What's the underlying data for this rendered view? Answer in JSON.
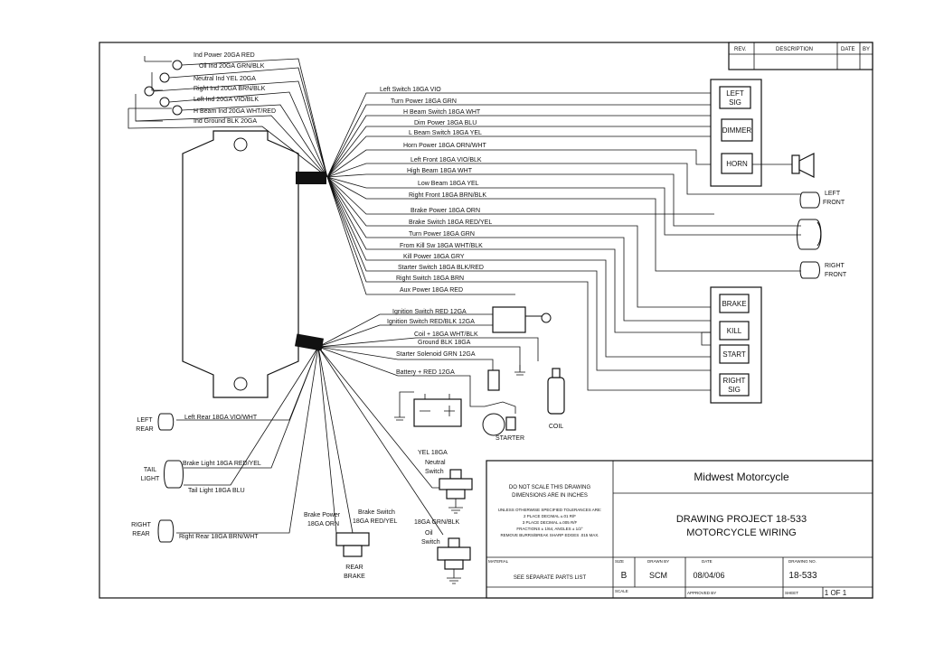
{
  "revision_block": {
    "rev": "REV.",
    "description": "DESCRIPTION",
    "date": "DATE",
    "by": "BY"
  },
  "top_indicators": [
    "Ind Power  20GA RED",
    "Oil Ind   20GA GRN/BLK",
    "Neutral Ind   YEL 20GA",
    "Right Ind   20GA BRN/BLK",
    "Left Ind   20GA VIO/BLK",
    "H Beam Ind   20GA WHT/RED",
    "Ind Ground   BLK 20GA"
  ],
  "right_wires": [
    "Left Switch   18GA VIO",
    "Turn Power   18GA GRN",
    "H Beam Switch   18GA WHT",
    "Dim Power   18GA BLU",
    "L Beam Switch   18GA YEL",
    "Horn Power   18GA ORN/WHT",
    "Left Front   18GA VIO/BLK",
    "High Beam   18GA WHT",
    "Low Beam   18GA YEL",
    "Right Front   18GA BRN/BLK",
    "Brake Power   18GA ORN",
    "Brake Switch   18GA RED/YEL",
    "Turn Power   18GA GRN",
    "From Kill Sw   18GA WHT/BLK",
    "Kill Power   18GA GRY",
    "Starter Switch   18GA BLK/RED",
    "Right Switch   18GA BRN",
    "Aux Power   18GA RED"
  ],
  "lower_wires": [
    "Ignition Switch   RED 12GA",
    "Ignition Switch   RED/BLK 12GA",
    "Coil +   18GA WHT/BLK",
    "Ground   BLK 18GA",
    "Starter Solenoid   GRN 12GA",
    "Battery +   RED 12GA"
  ],
  "switch_boxes_top": [
    "LEFT",
    "SIG",
    "DIMMER",
    "HORN"
  ],
  "switch_boxes_bottom": [
    "BRAKE",
    "KILL",
    "START",
    "RIGHT",
    "SIG"
  ],
  "lamps": {
    "left_front": [
      "LEFT",
      "FRONT"
    ],
    "right_front": [
      "RIGHT",
      "FRONT"
    ],
    "left_rear": [
      "LEFT",
      "REAR"
    ],
    "tail": [
      "TAIL",
      "LIGHT"
    ],
    "right_rear": [
      "RIGHT",
      "REAR"
    ]
  },
  "rear_wires": {
    "left_rear": "Left Rear   18GA VIO/WHT",
    "brake_light": "Brake Light   18GA RED/YEL",
    "tail_light": "Tail Light   18GA BLU",
    "right_rear": "Right Rear   18GA BRN/WHT"
  },
  "bottom_components": {
    "yel": "YEL 18GA",
    "neutral_switch": [
      "Neutral",
      "Switch"
    ],
    "oil_wire": "18GA GRN/BLK",
    "oil_switch": [
      "Oil",
      "Switch"
    ],
    "brake_power": [
      "Brake Power",
      "18GA ORN"
    ],
    "brake_switch": [
      "Brake Switch",
      "18GA RED/YEL"
    ],
    "rear_brake": [
      "REAR",
      "BRAKE"
    ],
    "starter": "STARTER",
    "coil": "COIL"
  },
  "title_block": {
    "company": "Midwest Motorcycle",
    "do_not_scale": [
      "DO NOT SCALE THIS DRAWING",
      "DIMENSIONS ARE IN INCHES"
    ],
    "tolerances": [
      "UNLESS OTHERWISE SPECIFIED TOLERANCES ARE:",
      "2 PLACE DECIMAL ±.01 R/F",
      "3 PLACE DECIMAL ±.005 R/F",
      "FRACTIONS ± 1/64, ANGLES ± 1/2°",
      "REMOVE BURRS/BREAK SHARP EDGES .015 MAX."
    ],
    "drawing_title": [
      "DRAWING PROJECT 18-533",
      "MOTORCYCLE WIRING"
    ],
    "material_label": "MATERIAL",
    "parts_list": "SEE SEPARATE PARTS LIST",
    "size_label": "SIZE",
    "size": "B",
    "drawn_label": "DRAWN BY",
    "drawn": "SCM",
    "date_label": "DATE",
    "date": "08/04/06",
    "drawing_no_label": "DRAWING NO.",
    "drawing_no": "18-533",
    "scale_label": "SCALE",
    "approved_label": "APPROVED BY",
    "sheet_label": "SHEET",
    "sheet": "1 OF 1"
  }
}
